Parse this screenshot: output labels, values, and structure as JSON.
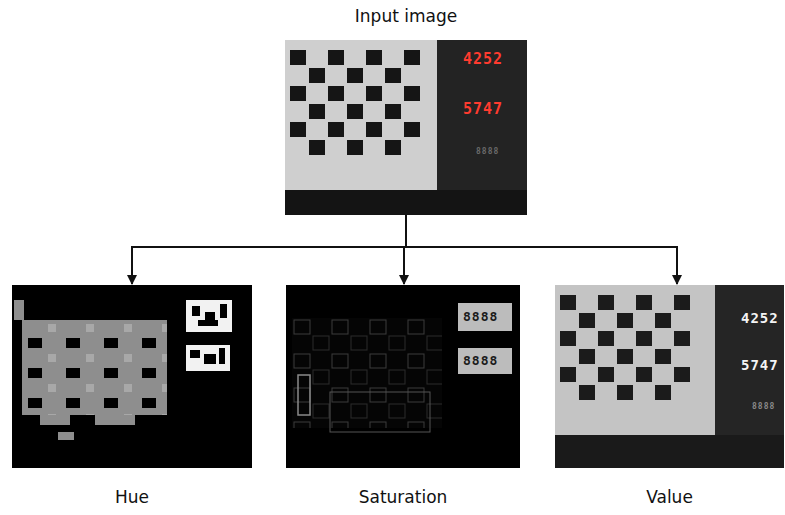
{
  "diagram": {
    "nodes": [
      {
        "text": [
          "Input image"
        ]
      },
      {
        "text": [
          "Hue"
        ]
      },
      {
        "text": [
          "Saturation"
        ]
      },
      {
        "text": [
          "Value"
        ]
      }
    ],
    "edges": [
      {
        "from": 0,
        "to": 1,
        "arrow": "to"
      },
      {
        "from": 0,
        "to": 2,
        "arrow": "to"
      },
      {
        "from": 0,
        "to": 3,
        "arrow": "to"
      }
    ],
    "labels": [
      "4252",
      "5747",
      "8888",
      "8888",
      "8888",
      "4252",
      "5747",
      "8888"
    ]
  }
}
